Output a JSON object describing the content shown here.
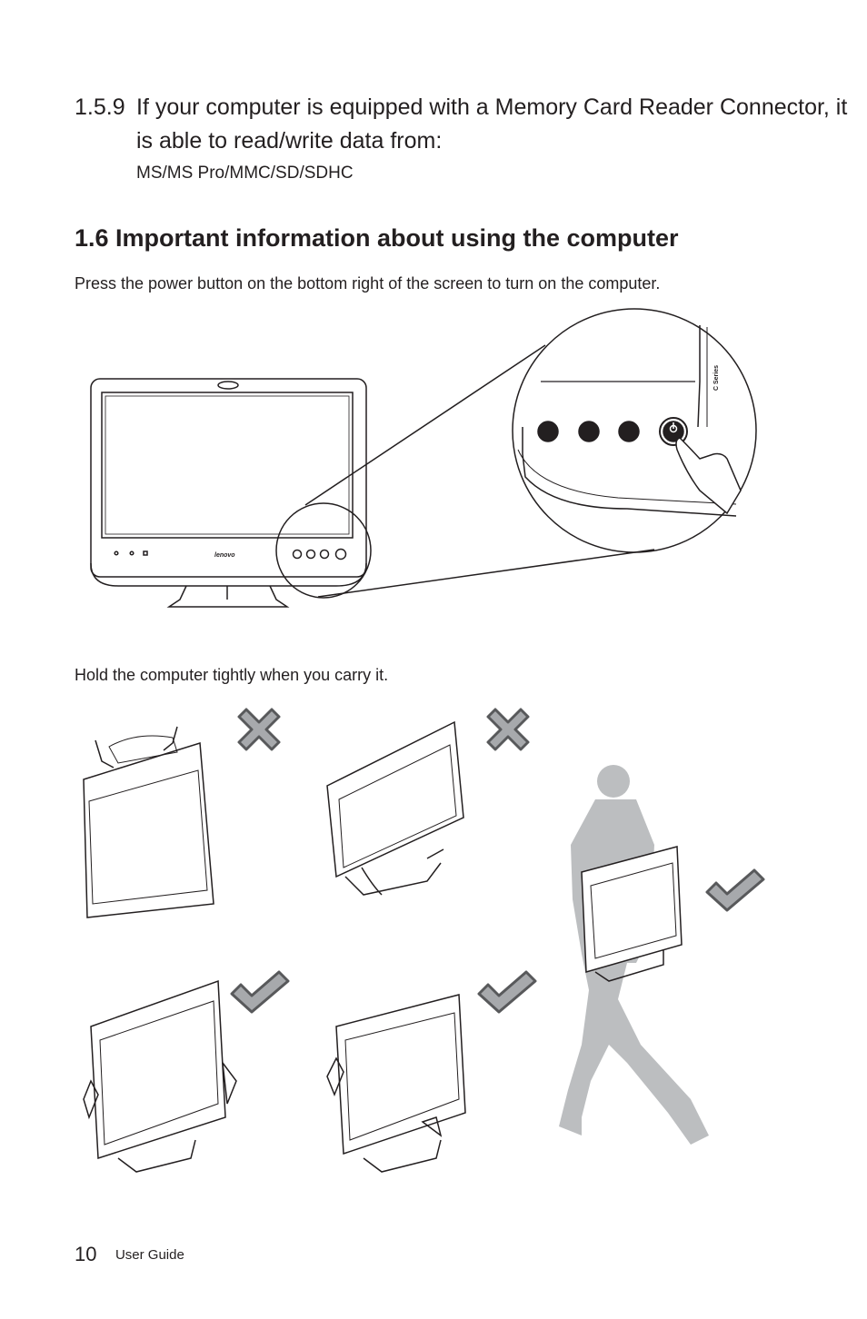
{
  "section_159": {
    "number": "1.5.9",
    "title": "If your computer is equipped with a Memory Card Reader Connector, it is able to read/write data from:",
    "card_types": "MS/MS Pro/MMC/SD/SDHC"
  },
  "section_16": {
    "title": "1.6 Important information about using the computer",
    "power_instruction": "Press the power button on the bottom right of the screen to turn on the computer.",
    "carry_instruction": "Hold the computer tightly when you carry it."
  },
  "illustration": {
    "series_label": "C Series",
    "brand_label": "lenovo"
  },
  "footer": {
    "page_number": "10",
    "doc_title": "User Guide"
  }
}
